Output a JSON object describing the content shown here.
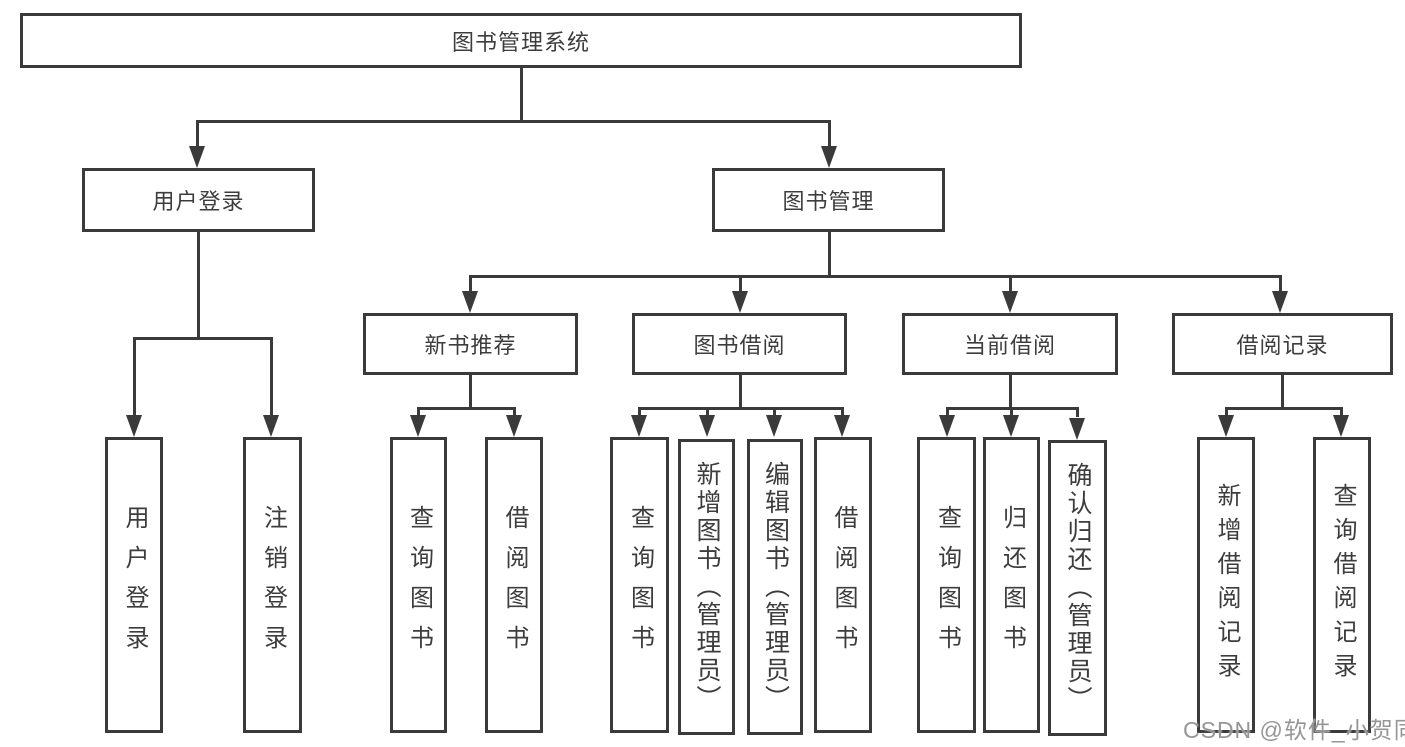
{
  "tree": {
    "label": "图书管理系统",
    "children": [
      {
        "label": "用户登录",
        "children": [
          {
            "label": "用户登录"
          },
          {
            "label": "注销登录"
          }
        ]
      },
      {
        "label": "图书管理",
        "children": [
          {
            "label": "新书推荐",
            "children": [
              {
                "label": "查询图书"
              },
              {
                "label": "借阅图书"
              }
            ]
          },
          {
            "label": "图书借阅",
            "children": [
              {
                "label": "查询图书"
              },
              {
                "label": "新增图书（管理员）"
              },
              {
                "label": "编辑图书（管理员）"
              },
              {
                "label": "借阅图书"
              }
            ]
          },
          {
            "label": "当前借阅",
            "children": [
              {
                "label": "查询图书"
              },
              {
                "label": "归还图书"
              },
              {
                "label": "确认归还（管理员）"
              }
            ]
          },
          {
            "label": "借阅记录",
            "children": [
              {
                "label": "新增借阅记录"
              },
              {
                "label": "查询借阅记录"
              }
            ]
          }
        ]
      }
    ]
  },
  "watermark": {
    "text": "CSDN @软件_小贺同学"
  },
  "colors": {
    "line": "#3a3a3a",
    "text": "#3d3d3d",
    "watermark": "#969696",
    "background": "#ffffff"
  }
}
